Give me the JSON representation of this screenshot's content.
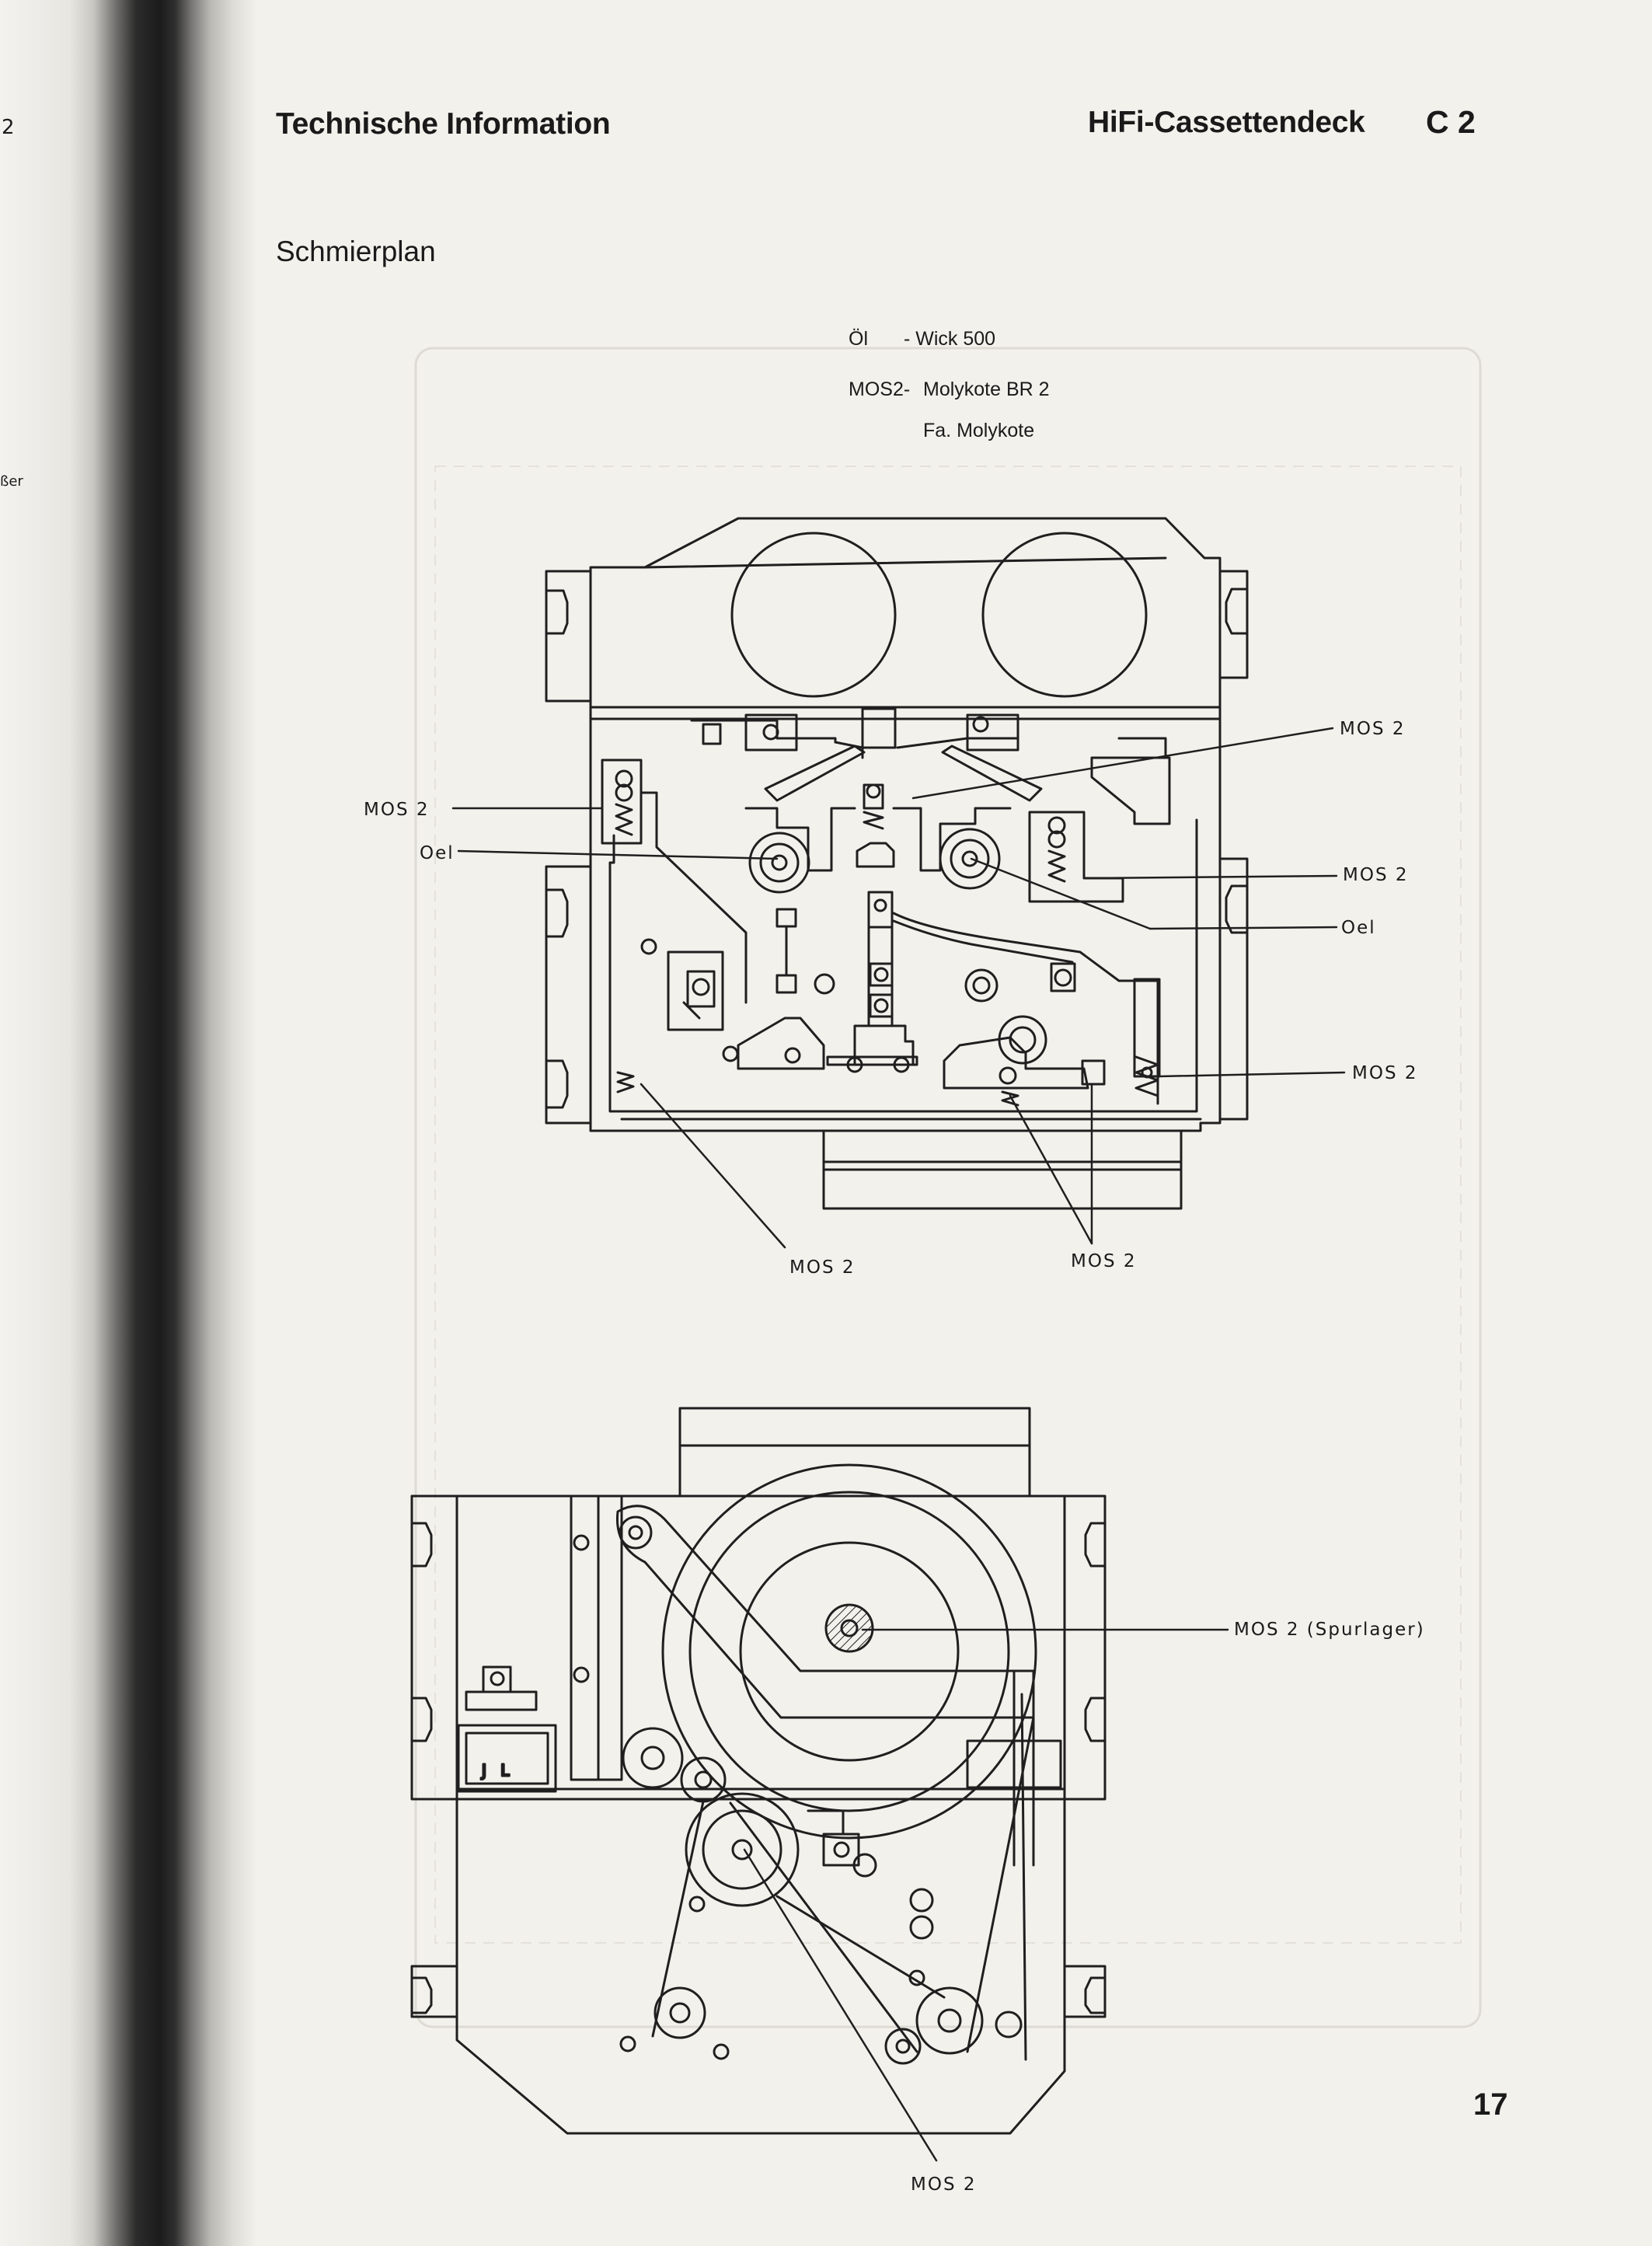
{
  "header": {
    "left": "Technische Information",
    "right": "HiFi-Cassettendeck",
    "code": "C 2"
  },
  "section_title": "Schmierplan",
  "legend": {
    "line1_key": "Öl",
    "line1_value": "- Wick 500",
    "line2_key": "MOS2-",
    "line2_value": "Molykote BR 2",
    "line3": "Fa. Molykote"
  },
  "callouts": {
    "top_right_1": "MOS 2",
    "left_1": "MOS 2",
    "left_oel": "Oel",
    "right_2": "MOS 2",
    "right_oel": "Oel",
    "right_3": "MOS 2",
    "bottom_left": "MOS 2",
    "bottom_center": "MOS 2",
    "spurlager": "MOS 2 (Spurlager)",
    "bottom_drive": "MOS 2"
  },
  "page_number": "17"
}
